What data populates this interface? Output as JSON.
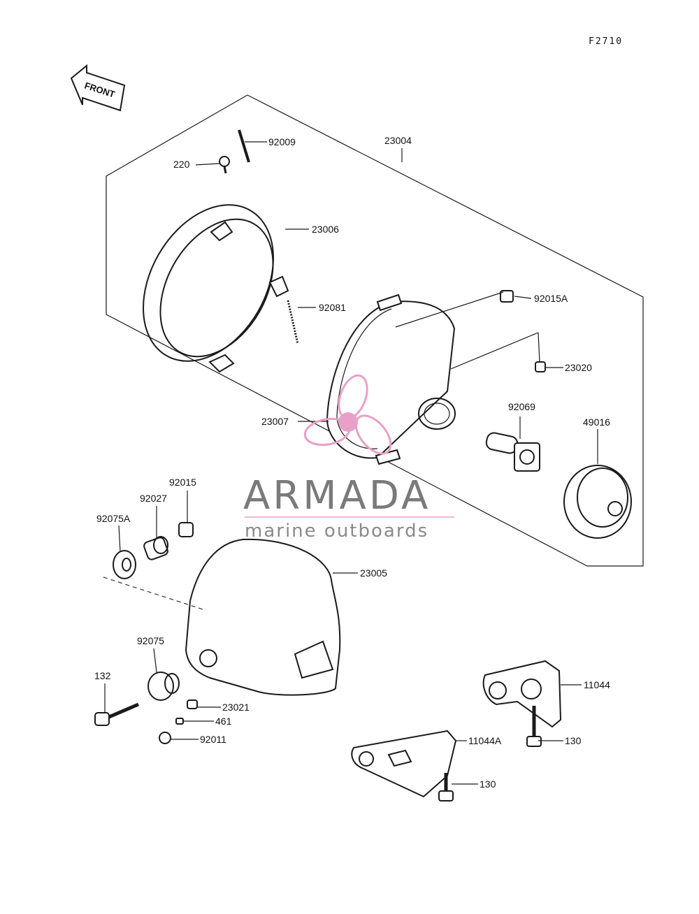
{
  "ref_code": "F2710",
  "front_label": "FRONT",
  "watermark": {
    "brand": "ARMADA",
    "tagline": "marine outboards",
    "brand_color": "#808080",
    "icon_color": "#e8a0c8"
  },
  "parts": {
    "p92009": "92009",
    "p23004": "23004",
    "p220": "220",
    "p23006": "23006",
    "p92081": "92081",
    "p92015A": "92015A",
    "p23020": "23020",
    "p92069": "92069",
    "p49016": "49016",
    "p23007": "23007",
    "p92015": "92015",
    "p92027": "92027",
    "p92075A": "92075A",
    "p23005": "23005",
    "p92075": "92075",
    "p132": "132",
    "p23021": "23021",
    "p461": "461",
    "p92011": "92011",
    "p11044": "11044",
    "p11044A": "11044A",
    "p130a": "130",
    "p130b": "130"
  }
}
